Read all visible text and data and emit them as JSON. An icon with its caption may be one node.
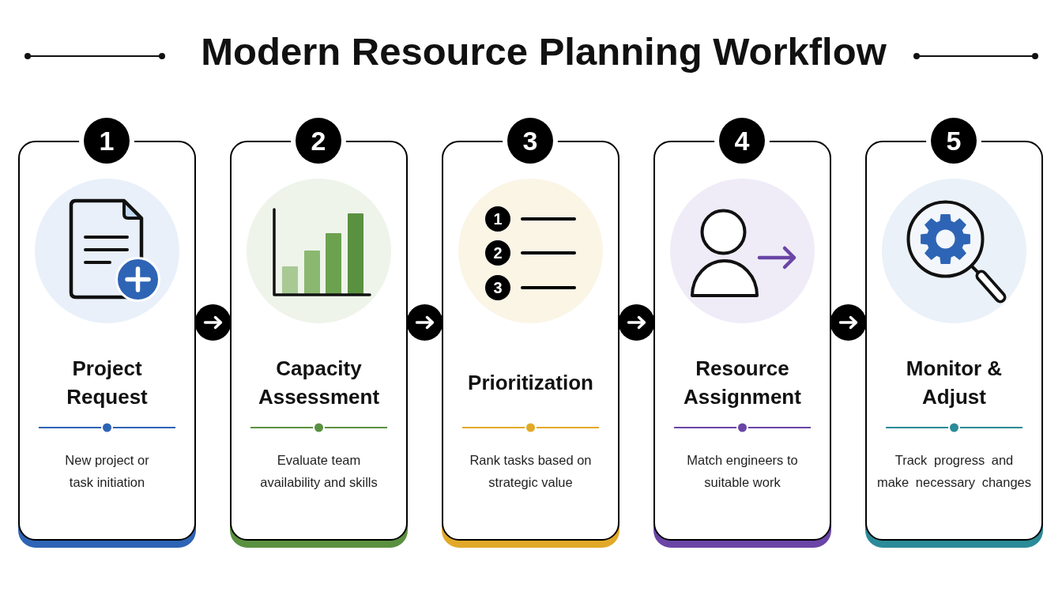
{
  "diagram": {
    "title": "Modern Resource Planning Workflow",
    "nodes": [
      {
        "text": [
          "1",
          "Project Request",
          "New project or task initiation"
        ]
      },
      {
        "text": [
          "2",
          "Capacity Assessment",
          "Evaluate team availability and skills"
        ]
      },
      {
        "text": [
          "3",
          "Prioritization",
          "Rank tasks based on strategic value"
        ]
      },
      {
        "text": [
          "4",
          "Resource Assignment",
          "Match engineers to suitable work"
        ]
      },
      {
        "text": [
          "5",
          "Monitor & Adjust",
          "Track progress and make necessary changes"
        ]
      }
    ],
    "edges": [
      {
        "from": 0,
        "to": 1,
        "arrow": "to"
      },
      {
        "from": 1,
        "to": 2,
        "arrow": "to"
      },
      {
        "from": 2,
        "to": 3,
        "arrow": "to"
      },
      {
        "from": 3,
        "to": 4,
        "arrow": "to"
      }
    ],
    "labels": [
      "1",
      "2",
      "3"
    ]
  }
}
